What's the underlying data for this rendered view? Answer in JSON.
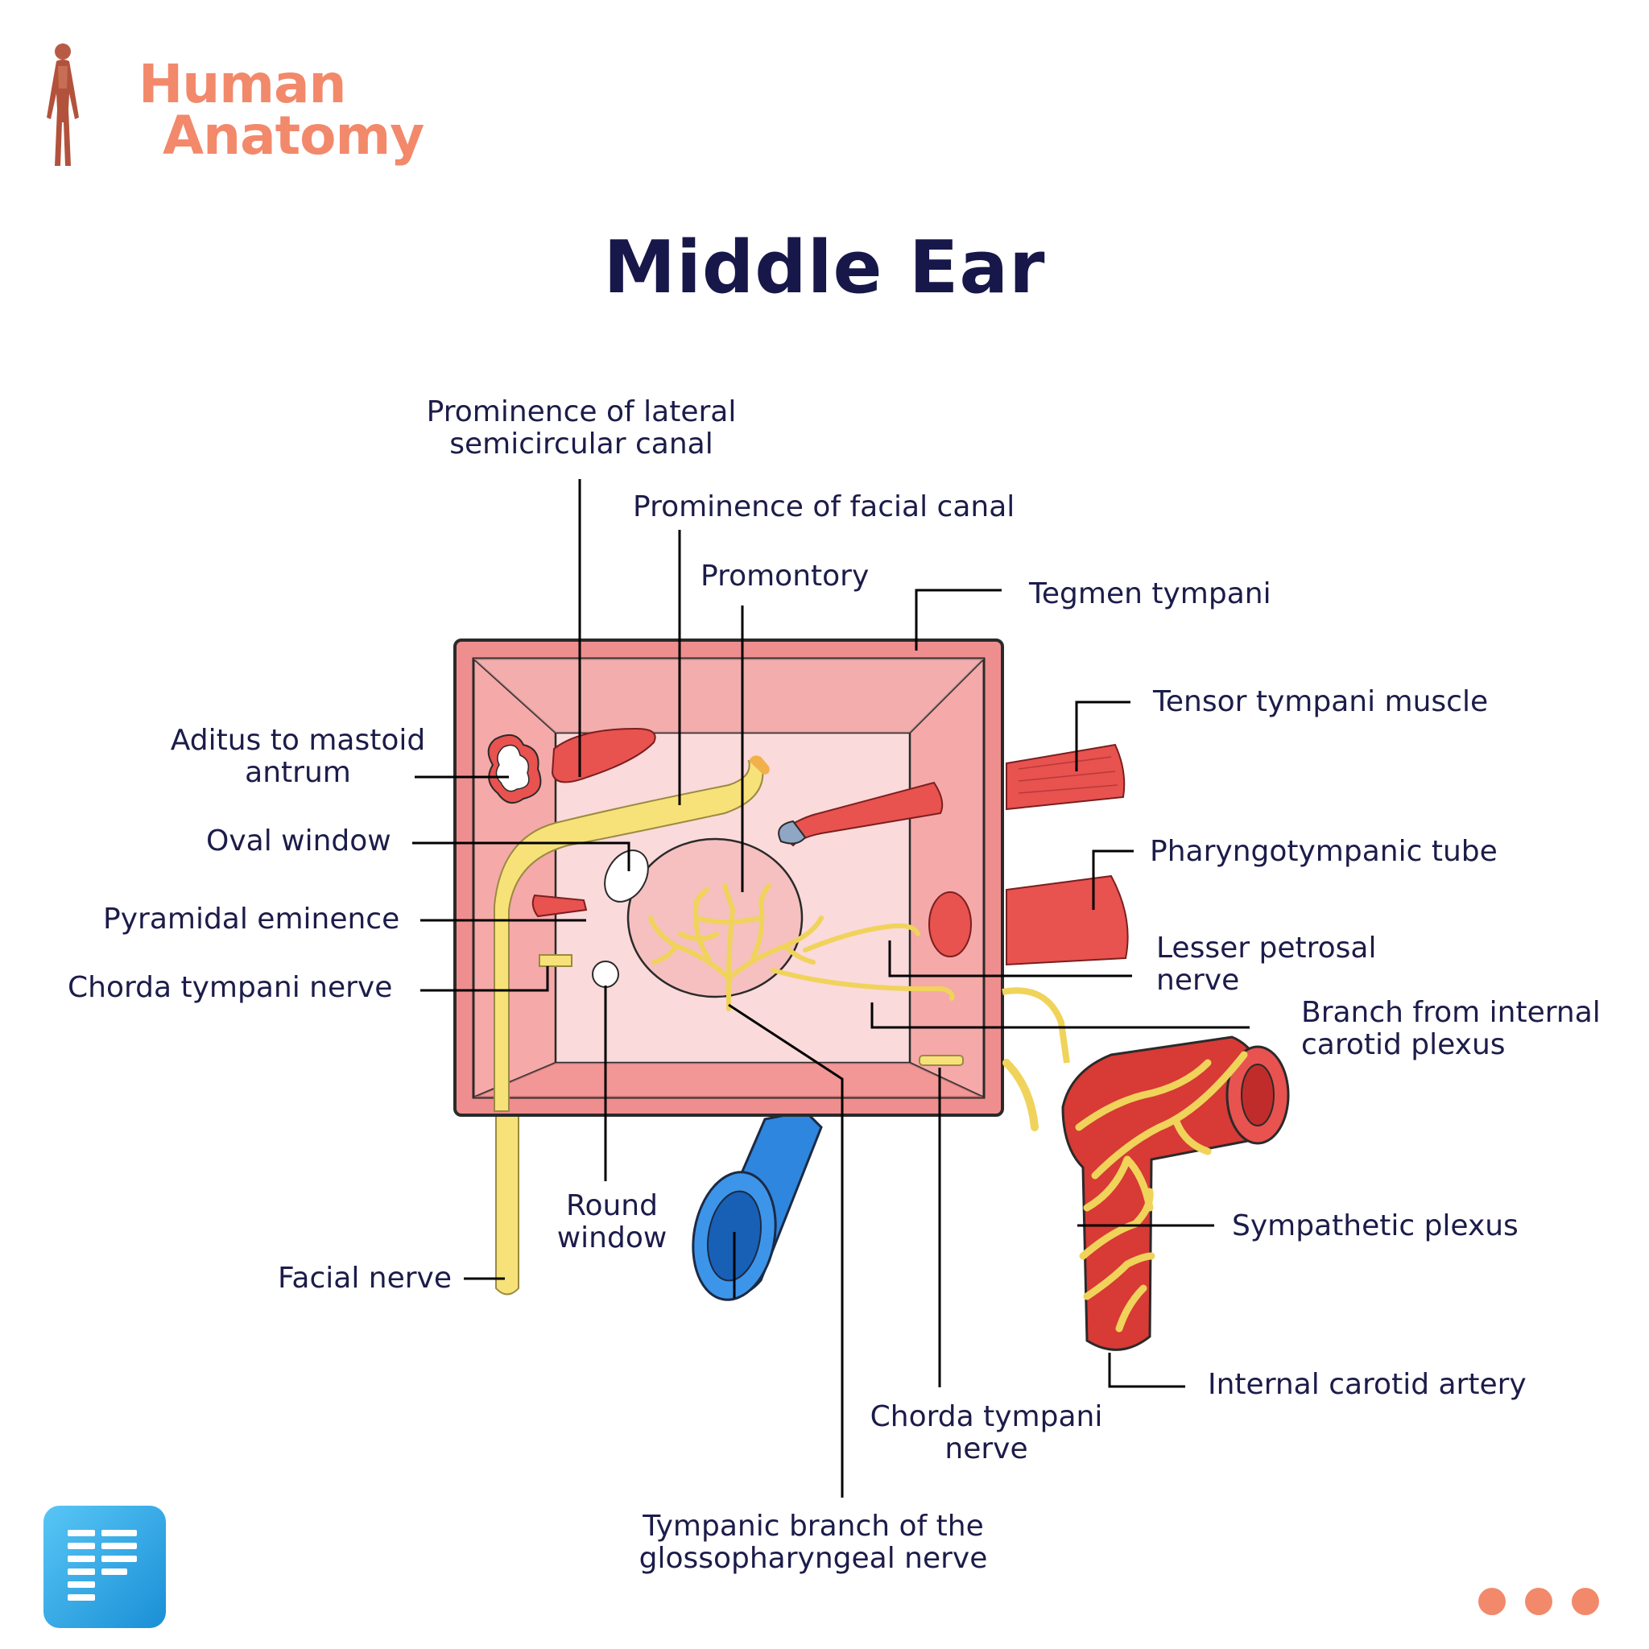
{
  "brand": {
    "line1": "Human",
    "line2": "Anatomy",
    "accent": "#f2896b",
    "icon": "human-body-icon"
  },
  "title": "Middle Ear",
  "labels": {
    "lateral_canal": [
      "Prominence of lateral",
      "semicircular canal"
    ],
    "facial_canal": "Prominence of facial canal",
    "promontory": "Promontory",
    "tegmen": "Tegmen tympani",
    "tensor": "Tensor tympani muscle",
    "aditus": [
      "Aditus to mastoid",
      "antrum"
    ],
    "oval_window": "Oval window",
    "pyramidal": "Pyramidal eminence",
    "chorda_left": "Chorda tympani nerve",
    "pharyngo": "Pharyngotympanic tube",
    "lesser_petrosal": [
      "Lesser petrosal",
      "nerve"
    ],
    "branch_carotid": [
      "Branch from internal",
      "carotid plexus"
    ],
    "round_window": [
      "Round",
      "window"
    ],
    "facial_nerve": "Facial nerve",
    "sympathetic": "Sympathetic plexus",
    "internal_carotid": "Internal carotid artery",
    "chorda_bottom": [
      "Chorda tympani",
      "nerve"
    ],
    "tympanic_branch": [
      "Tympanic branch of the",
      "glossopharyngeal nerve"
    ]
  },
  "colors": {
    "wall": "#f5a9a9",
    "wall_dark": "#e97a7a",
    "nerve": "#f7e27a",
    "muscle": "#e8524f",
    "artery": "#d83a35",
    "vein": "#2f86de",
    "text": "#1c1c4a"
  },
  "footer": {
    "app_icon": "app-logo-icon",
    "menu_icon": "more-dots-icon"
  }
}
